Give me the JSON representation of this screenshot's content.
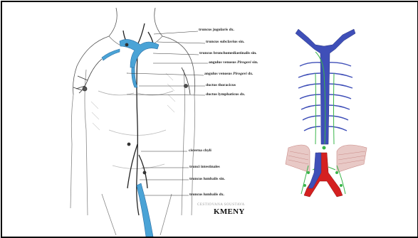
{
  "labels": {
    "truncus_jugularis": "truncus jugularis dx.",
    "truncus_subclavius": "truncus subclavius sin.",
    "truncus_bronchomediastinalis": "truncus bronchomediastinalis sin.",
    "angulus_sin_prefix": "angulus venosus",
    "angulus_sin_italic": "Pirogovi",
    "angulus_sin_suffix": "sin.",
    "angulus_dx_prefix": "angulus venosus",
    "angulus_dx_italic": "Pirogovi",
    "angulus_dx_suffix": "dx.",
    "ductus_thoracicus": "ductus thoracicus",
    "ductus_lymphaticus": "ductus lymphaticus dx.",
    "cisterna_chyli": "cisterna chyli",
    "trunci_intestinales": "trunci intestinales",
    "truncus_lumbalis_sin": "truncus lumbalis sin.",
    "truncus_lumbalis_dx": "truncus lumbalis dx."
  },
  "caption": "KMENY",
  "caption_faded": "CESTIOVANA SOUSTAVA",
  "colors": {
    "vein": "#3f4fb8",
    "lymph": "#4aa3d6",
    "lymph_green": "#39b54a",
    "artery": "#d42020",
    "diaphragm": "#c98a86",
    "outline": "#444444"
  }
}
